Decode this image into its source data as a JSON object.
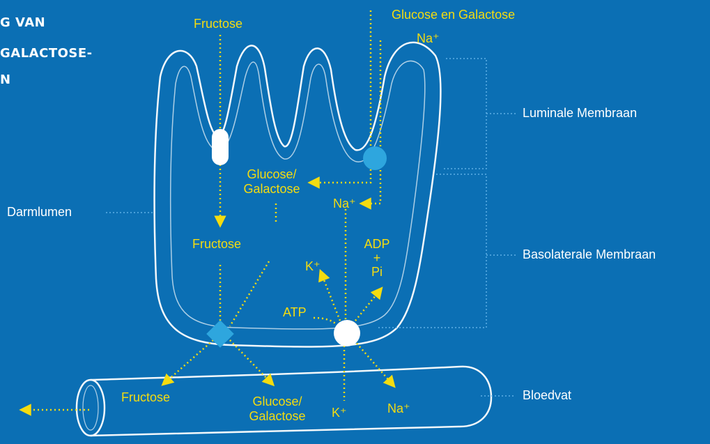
{
  "title_lines": [
    "G VAN",
    "GALACTOSE-",
    "N"
  ],
  "labels": {
    "fructose_top": "Fructose",
    "glucose_galactose_top": "Glucose en Galactose",
    "na_top": "Na⁺",
    "glucose_galactose_inner_1": "Glucose/",
    "glucose_galactose_inner_2": "Galactose",
    "na_inner": "Na⁺",
    "fructose_inner": "Fructose",
    "adp": "ADP",
    "plus": "+",
    "pi": "Pi",
    "k_inner": "K⁺",
    "atp": "ATP",
    "fructose_bottom": "Fructose",
    "glucose_galactose_bottom_1": "Glucose/",
    "glucose_galactose_bottom_2": "Galactose",
    "k_bottom": "K⁺",
    "na_bottom": "Na⁺"
  },
  "annotations": {
    "luminale": "Luminale Membraan",
    "basolaterale": "Basolaterale Membraan",
    "darmlumen": "Darmlumen",
    "bloedvat": "Bloedvat"
  },
  "colors": {
    "background": "#0b6fb4",
    "arrow": "#f4dc10",
    "transporter": "#2ea6de",
    "white": "#ffffff",
    "guide": "#5fb0e6"
  },
  "icons": {
    "fructose_channel": "capsule-transporter-icon",
    "sglt_transporter": "circle-transporter-icon",
    "glut2_transporter": "diamond-transporter-icon",
    "pump": "white-circle-pump-icon"
  }
}
